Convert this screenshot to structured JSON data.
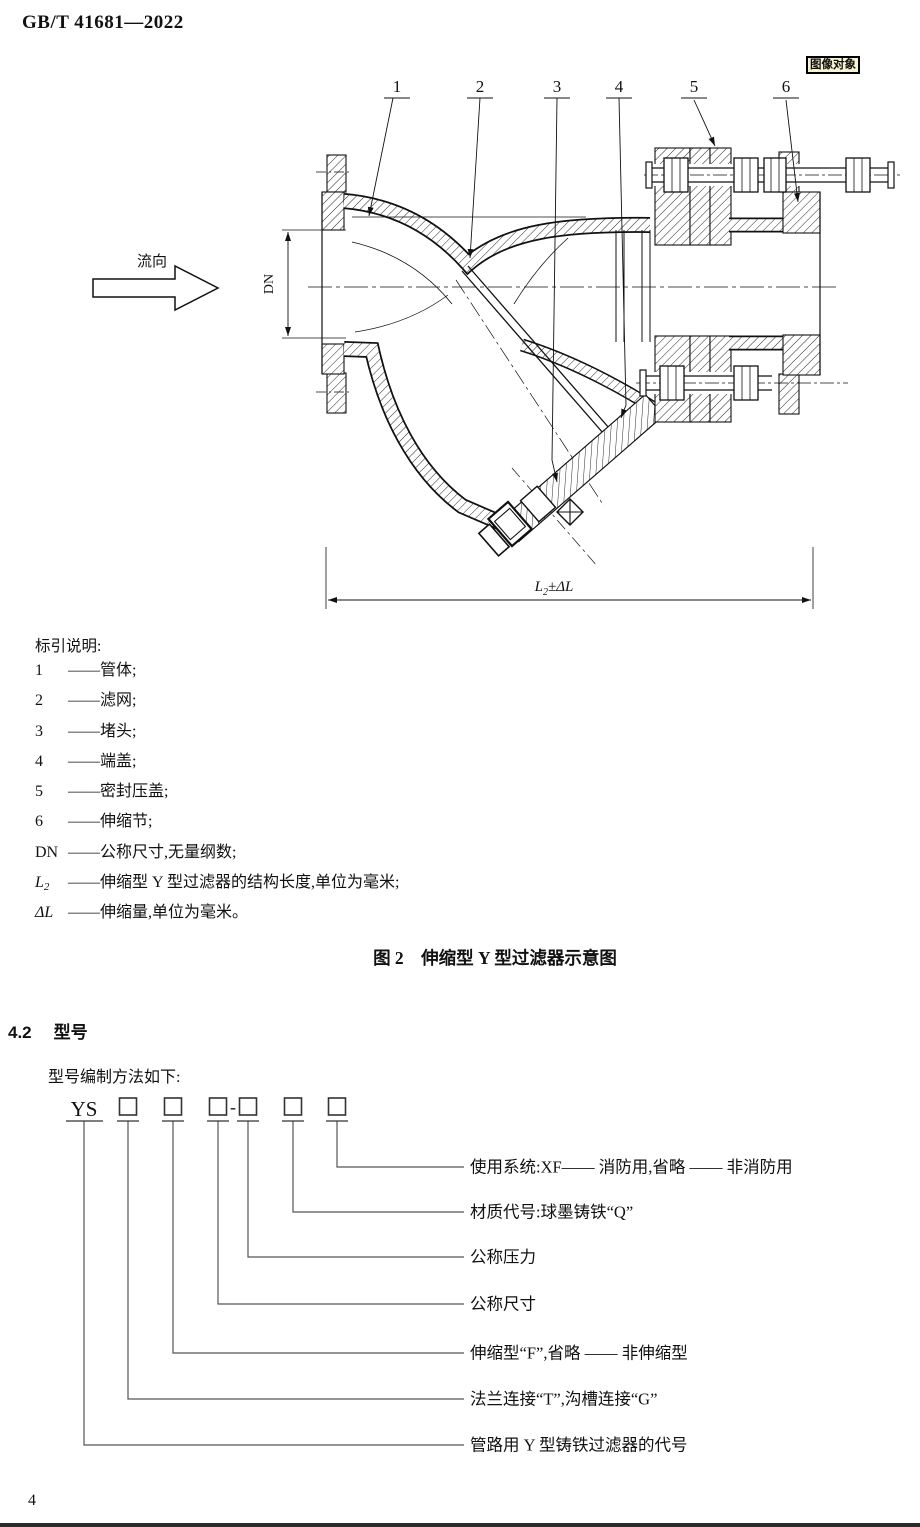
{
  "header": {
    "standard_code": "GB/T 41681—2022"
  },
  "badge": {
    "label": "图像对象"
  },
  "figure": {
    "callouts": [
      "1",
      "2",
      "3",
      "4",
      "5",
      "6"
    ],
    "flow_label": "流向",
    "dn_label": "DN",
    "length_dim": {
      "base": "L",
      "sub": "2",
      "rest": "±ΔL"
    },
    "caption": "图 2　伸缩型 Y 型过滤器示意图"
  },
  "legend": {
    "title": "标引说明:",
    "items": [
      {
        "term": "1",
        "def": "——管体;"
      },
      {
        "term": "2",
        "def": "——滤网;"
      },
      {
        "term": "3",
        "def": "——堵头;"
      },
      {
        "term": "4",
        "def": "——端盖;"
      },
      {
        "term": "5",
        "def": "——密封压盖;"
      },
      {
        "term": "6",
        "def": "——伸缩节;"
      },
      {
        "term": "DN",
        "def": "——公称尺寸,无量纲数;"
      },
      {
        "term": "L",
        "term_sub": "2",
        "def": "——伸缩型 Y 型过滤器的结构长度,单位为毫米;"
      },
      {
        "term": "ΔL",
        "def": "——伸缩量,单位为毫米。"
      }
    ]
  },
  "section": {
    "number": "4.2",
    "title": "型号",
    "intro": "型号编制方法如下:"
  },
  "model": {
    "prefix": "YS",
    "separator": "-",
    "labels": [
      "使用系统:XF—— 消防用,省略 —— 非消防用",
      "材质代号:球墨铸铁“Q”",
      "公称压力",
      "公称尺寸",
      "伸缩型“F”,省略 —— 非伸缩型",
      "法兰连接“T”,沟槽连接“G”",
      "管路用 Y 型铸铁过滤器的代号"
    ]
  },
  "footer": {
    "page_number": "4"
  }
}
